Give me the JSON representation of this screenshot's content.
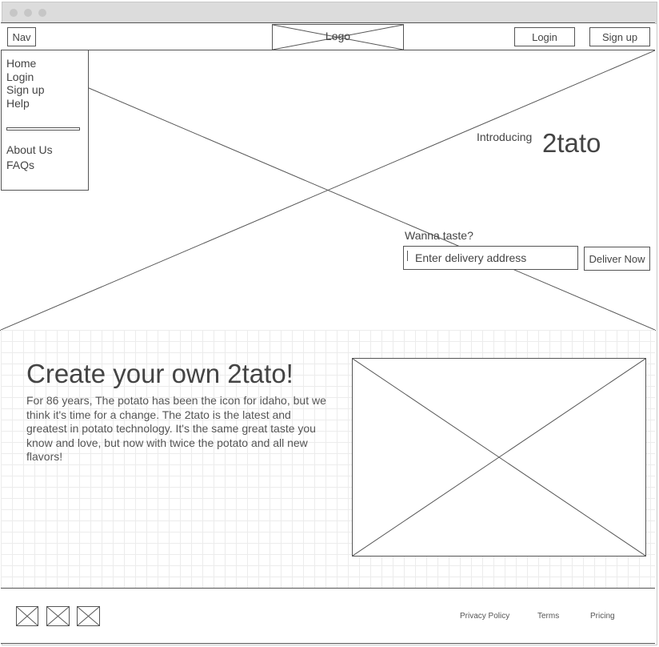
{
  "window": {
    "controls": [
      "close",
      "minimize",
      "maximize"
    ]
  },
  "navbar": {
    "nav_label": "Nav",
    "logo_label": "Logo",
    "login_label": "Login",
    "signup_label": "Sign up"
  },
  "sidebar": {
    "items": [
      {
        "label": "Home"
      },
      {
        "label": "Login"
      },
      {
        "label": "Sign up"
      },
      {
        "label": "Help"
      }
    ],
    "secondary_items": [
      {
        "label": "About Us"
      },
      {
        "label": "FAQs"
      }
    ]
  },
  "hero": {
    "intro": "Introducing",
    "brand": "2tato",
    "prompt": "Wanna taste?",
    "address_placeholder": "Enter delivery address",
    "deliver_label": "Deliver Now"
  },
  "main": {
    "headline": "Create your own 2tato!",
    "body": "For 86 years, The potato has been the icon for idaho, but we think it's time for a change. The 2tato is the latest and greatest in potato technology. It's the same great taste you know and love, but now with twice the potato and all new flavors!"
  },
  "footer": {
    "links": [
      {
        "label": "Privacy Policy"
      },
      {
        "label": "Terms"
      },
      {
        "label": "Pricing"
      }
    ]
  },
  "colors": {
    "stroke": "#555555",
    "text": "#444444",
    "titlebar": "#dcdcdc",
    "grid": "#ececec"
  }
}
